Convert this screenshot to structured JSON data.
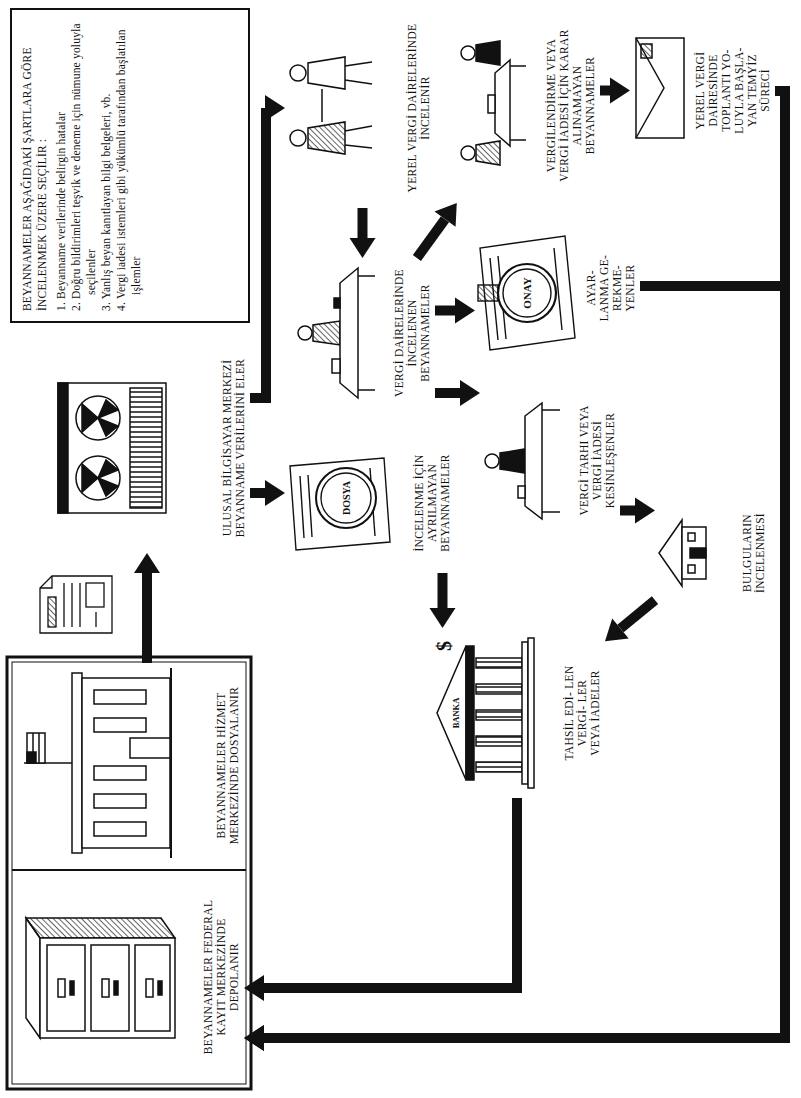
{
  "diagram": {
    "nodes": [
      {
        "text": [
          "BEYANNAMELER HİZMET MERKEZİNDE DOSYALANIR"
        ]
      },
      {
        "text": [
          "BEYANNAMELER FEDERAL KAYIT MERKEZİNDE DEPOLANIR"
        ]
      },
      {
        "text": [
          "ULUSAL BİLGİSAYAR MERKEZİ BEYANNAME VERİLERİNİ ELER"
        ]
      },
      {
        "text": [
          "BEYANNAMELER AŞAĞIDAKİ ŞARTLARA GÖRE İNCELENMEK ÜZERE SEÇİLİR :",
          "1. Beyanname verilerinde belirgin hatalar",
          "2. Doğru bildirimleri teşvik ve deneme için nümune yoluyla seçilenler",
          "3. Yanlış beyan kanıtlayan bilgi belgeleri, vb.",
          "4. Vergi iadesi istemleri gibi yükümlü tarafından başlatılan işlemler"
        ]
      },
      {
        "text": [
          "YEREL VERGİ DAİRELERİNDE İNCELENİR"
        ]
      },
      {
        "text": [
          "İNCELENME İÇİN AYRILMAYAN BEYANNAMELER"
        ]
      },
      {
        "text": [
          "VERGİ DAİRELERİNDE İNCELENEN BEYANNAMELER"
        ]
      },
      {
        "text": [
          "VERGİ TARHI VEYA VERGİ İADESİ KESİNLEŞENLER"
        ]
      },
      {
        "text": [
          "AYAR- LANMA GE- REKME- YENLER"
        ]
      },
      {
        "text": [
          "VERGİLENDİRME VEYA VERGİ İADESİ İÇİN KARAR ALINAMAYAN BEYANNAMELER"
        ]
      },
      {
        "text": [
          "YEREL VERGİ DAİRESİNDE TOPLANTI YO- LUYLA BAŞLA- YAN TEMYİZ SÜRECİ"
        ]
      },
      {
        "text": [
          "BULGULARIN İNCELENMESİ"
        ]
      },
      {
        "text": [
          "TAHSİL EDİ- LEN VERGİ- LER VEYA İADELER"
        ]
      }
    ],
    "edges": [
      {
        "from": 0,
        "to": 2,
        "arrow": "to"
      },
      {
        "from": 2,
        "to": 4,
        "arrow": "to"
      },
      {
        "from": 2,
        "to": 5,
        "arrow": "to"
      },
      {
        "from": 4,
        "to": 6,
        "arrow": "to"
      },
      {
        "from": 6,
        "to": 7,
        "arrow": "to"
      },
      {
        "from": 6,
        "to": 8,
        "arrow": "to"
      },
      {
        "from": 6,
        "to": 9,
        "arrow": "to"
      },
      {
        "from": 9,
        "to": 10,
        "arrow": "to"
      },
      {
        "from": 7,
        "to": 11,
        "arrow": "to"
      },
      {
        "from": 11,
        "to": 12,
        "arrow": "to"
      },
      {
        "from": 5,
        "to": 12,
        "arrow": "to"
      },
      {
        "from": 12,
        "to": 1,
        "arrow": "to"
      },
      {
        "from": 8,
        "to": 1,
        "arrow": "to"
      },
      {
        "from": 10,
        "to": 1,
        "arrow": "to"
      }
    ],
    "labels": [
      "DOSYA",
      "ONAY",
      "BANKA",
      "$"
    ]
  }
}
